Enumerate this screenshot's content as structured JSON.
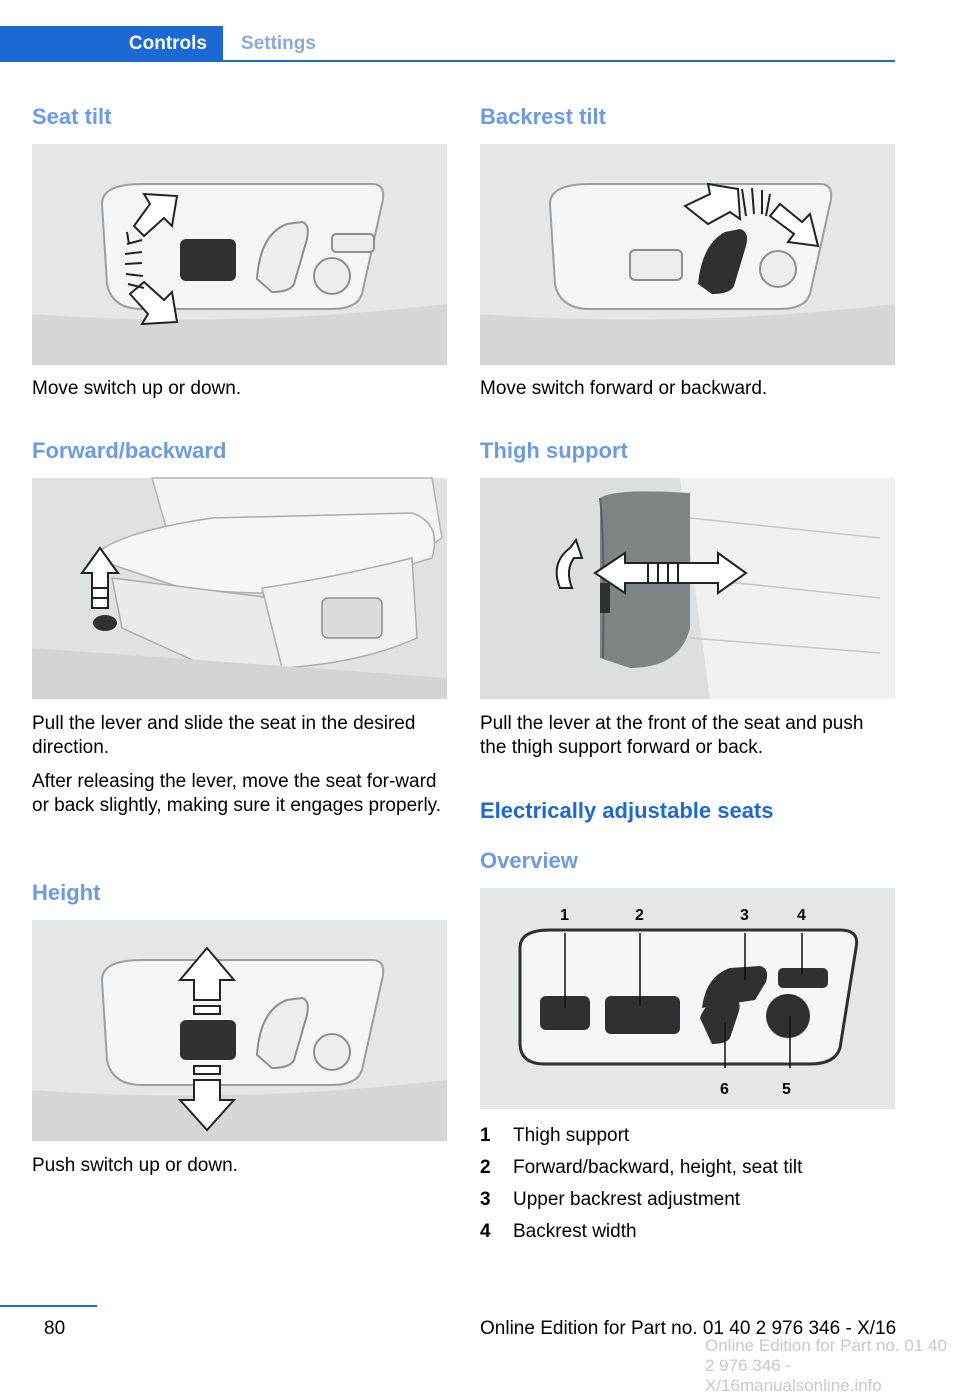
{
  "header": {
    "active_tab": "Controls",
    "inactive_tab": "Settings"
  },
  "left": {
    "seat_tilt": {
      "heading": "Seat tilt",
      "caption": "Move switch up or down."
    },
    "forward_backward": {
      "heading": "Forward/backward",
      "caption_1": "Pull the lever and slide the seat in the desired direction.",
      "caption_2": "After releasing the lever, move the seat for‐ward or back slightly, making sure it engages properly."
    },
    "height": {
      "heading": "Height",
      "caption": "Push switch up or down."
    }
  },
  "right": {
    "backrest_tilt": {
      "heading": "Backrest tilt",
      "caption": "Move switch forward or backward."
    },
    "thigh_support": {
      "heading": "Thigh support",
      "caption": "Pull the lever at the front of the seat and push the thigh support forward or back."
    },
    "electric": {
      "section_title": "Electrically adjustable seats",
      "overview_heading": "Overview",
      "callouts": [
        "1",
        "2",
        "3",
        "4",
        "5",
        "6"
      ],
      "items": [
        {
          "num": "1",
          "label": "Thigh support"
        },
        {
          "num": "2",
          "label": "Forward/backward, height, seat tilt"
        },
        {
          "num": "3",
          "label": "Upper backrest adjustment"
        },
        {
          "num": "4",
          "label": "Backrest width"
        }
      ]
    }
  },
  "footer": {
    "page_number": "80",
    "edition": "Online Edition for Part no. 01 40 2 976 346 - X/16",
    "watermark": "Online Edition for Part no. 01 40 2 976 346 - X/16manualsonline.info"
  }
}
